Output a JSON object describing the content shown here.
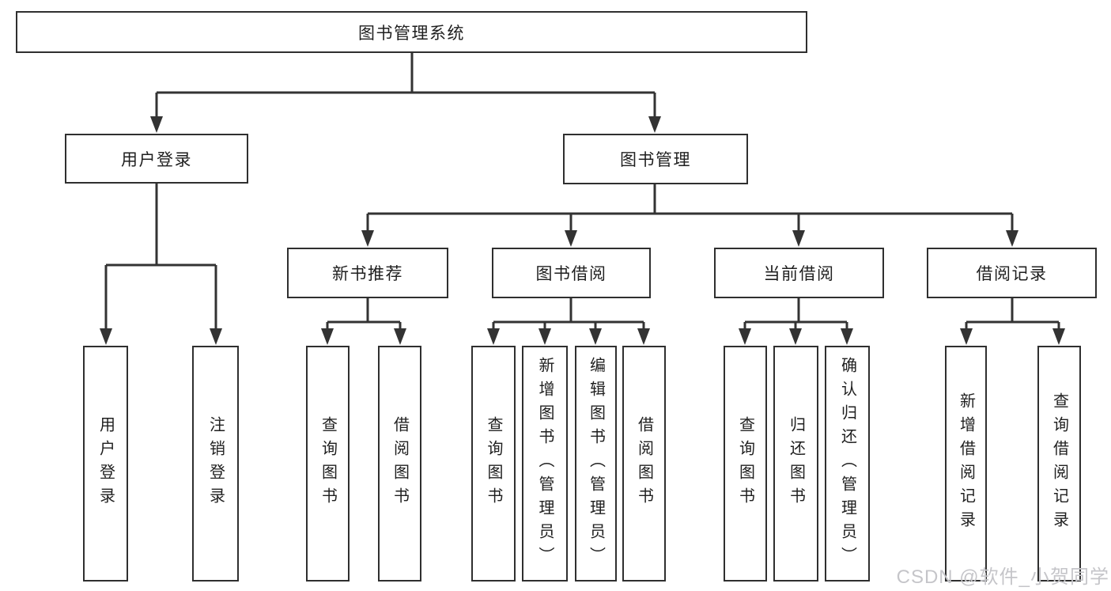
{
  "diagram": {
    "title": "图书管理系统",
    "root": {
      "label": "图书管理系统"
    },
    "branches": [
      {
        "label": "用户登录",
        "children": [
          {
            "label": "用户登录"
          },
          {
            "label": "注销登录"
          }
        ]
      },
      {
        "label": "图书管理",
        "children": [
          {
            "label": "新书推荐",
            "children": [
              {
                "label": "查询图书"
              },
              {
                "label": "借阅图书"
              }
            ]
          },
          {
            "label": "图书借阅",
            "children": [
              {
                "label": "查询图书"
              },
              {
                "label": "新增图书（管理员）"
              },
              {
                "label": "编辑图书（管理员）"
              },
              {
                "label": "借阅图书"
              }
            ]
          },
          {
            "label": "当前借阅",
            "children": [
              {
                "label": "查询图书"
              },
              {
                "label": "归还图书"
              },
              {
                "label": "确认归还（管理员）"
              }
            ]
          },
          {
            "label": "借阅记录",
            "children": [
              {
                "label": "新增借阅记录"
              },
              {
                "label": "查询借阅记录"
              }
            ]
          }
        ]
      }
    ]
  },
  "watermark": {
    "text": "CSDN @软件_小贺同学"
  },
  "colors": {
    "line": "#333333",
    "border": "#2f2f2f",
    "text": "#1f1f1f",
    "watermark": "#c5c5c9",
    "background": "#ffffff"
  }
}
